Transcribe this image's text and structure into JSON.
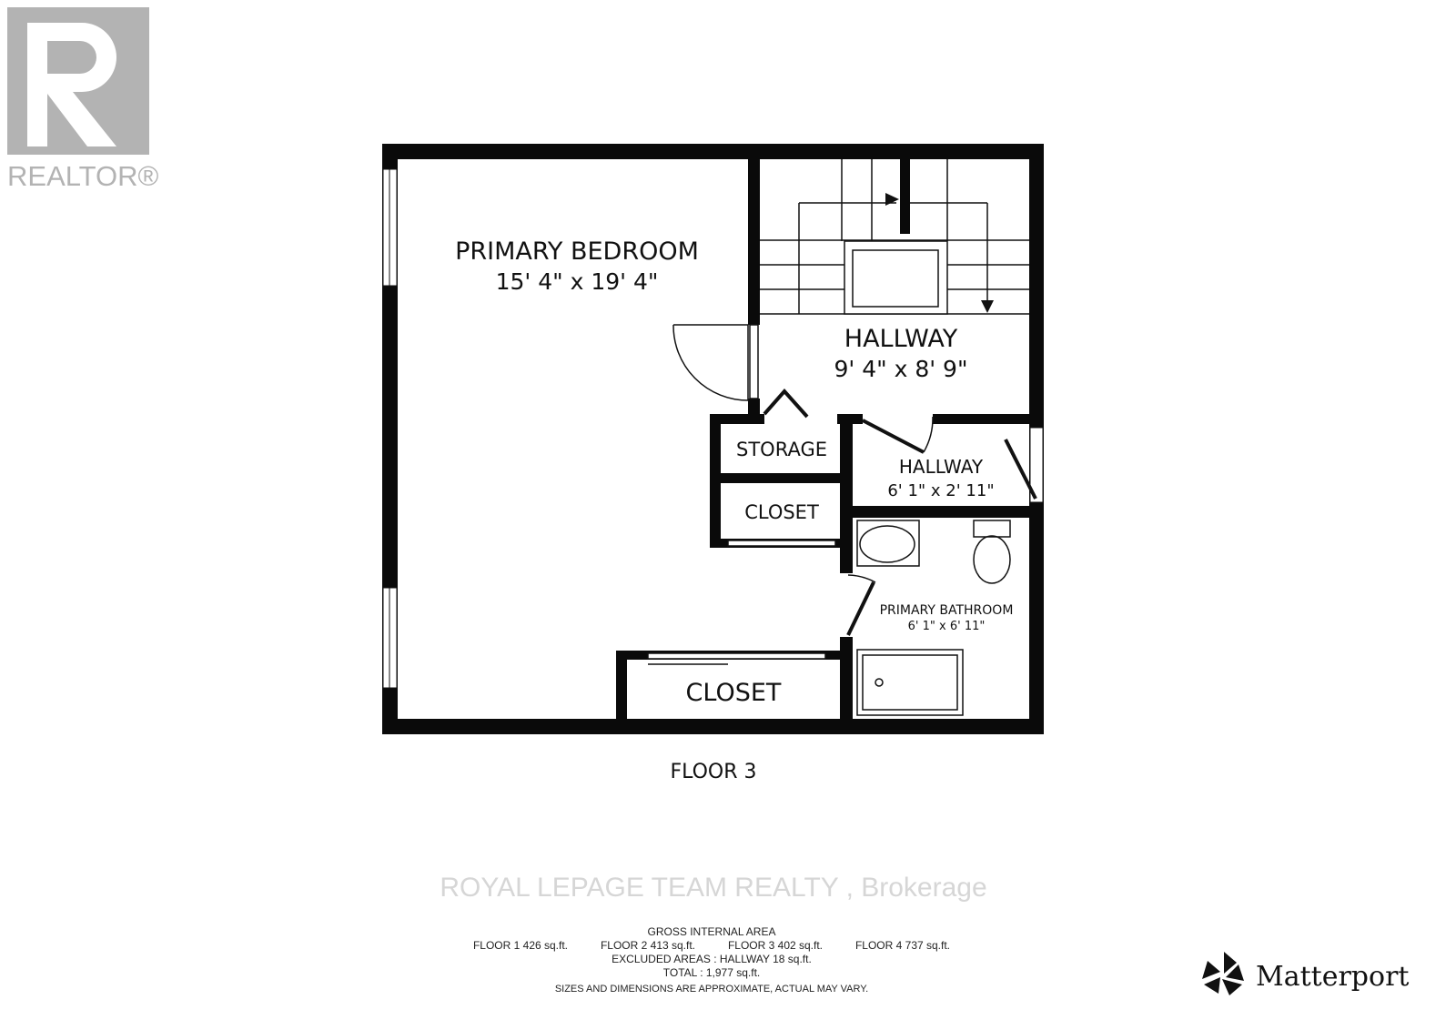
{
  "logo": {
    "realtor_text": "REALTOR®",
    "color": "#b3b3b3"
  },
  "rooms": {
    "primary_bedroom": {
      "name": "PRIMARY BEDROOM",
      "dims": "15' 4\" x 19' 4\""
    },
    "hallway_main": {
      "name": "HALLWAY",
      "dims": "9' 4\" x 8' 9\""
    },
    "storage": {
      "name": "STORAGE"
    },
    "closet_small": {
      "name": "CLOSET"
    },
    "hallway_small": {
      "name": "HALLWAY",
      "dims": "6' 1\" x 2' 11\""
    },
    "primary_bathroom": {
      "name": "PRIMARY BATHROOM",
      "dims": "6' 1\" x 6' 11\""
    },
    "closet_bottom": {
      "name": "CLOSET"
    }
  },
  "floor_label": "FLOOR 3",
  "summary": {
    "title": "GROSS INTERNAL AREA",
    "floors": [
      "FLOOR 1 426 sq.ft.",
      "FLOOR 2 413 sq.ft.",
      "FLOOR 3 402 sq.ft.",
      "FLOOR 4 737 sq.ft."
    ],
    "excluded": "EXCLUDED AREAS :  HALLWAY 18 sq.ft.",
    "total": "TOTAL :  1,977 sq.ft.",
    "disclaimer": "SIZES AND DIMENSIONS ARE APPROXIMATE, ACTUAL MAY VARY."
  },
  "watermark": "ROYAL LEPAGE TEAM REALTY , Brokerage",
  "brand": {
    "name": "Matterport"
  }
}
